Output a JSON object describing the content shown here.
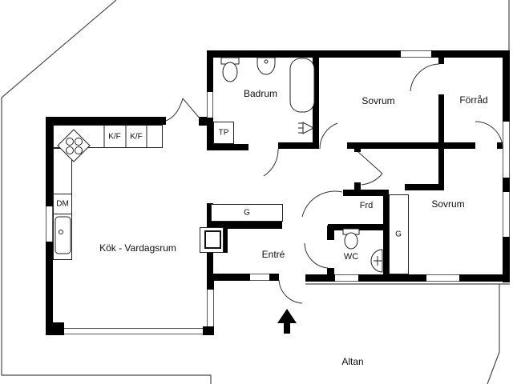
{
  "plan": {
    "type": "apartment-floor-plan"
  },
  "labels": {
    "badrum": "Badrum",
    "sovrum_top": "Sovrum",
    "forrad": "Förråd",
    "kok": "Kök - Vardagsrum",
    "entre": "Entré",
    "frd": "Frd",
    "wc": "WC",
    "sovrum_right": "Sovrum",
    "altan": "Altan",
    "kf1": "K/F",
    "kf2": "K/F",
    "dm": "DM",
    "tp": "TP",
    "g_entre": "G",
    "g_sovrum": "G"
  },
  "colors": {
    "wall": "#000000",
    "boundary": "#4a4a4a",
    "fixture_stroke": "#222222",
    "background": "#ffffff"
  }
}
